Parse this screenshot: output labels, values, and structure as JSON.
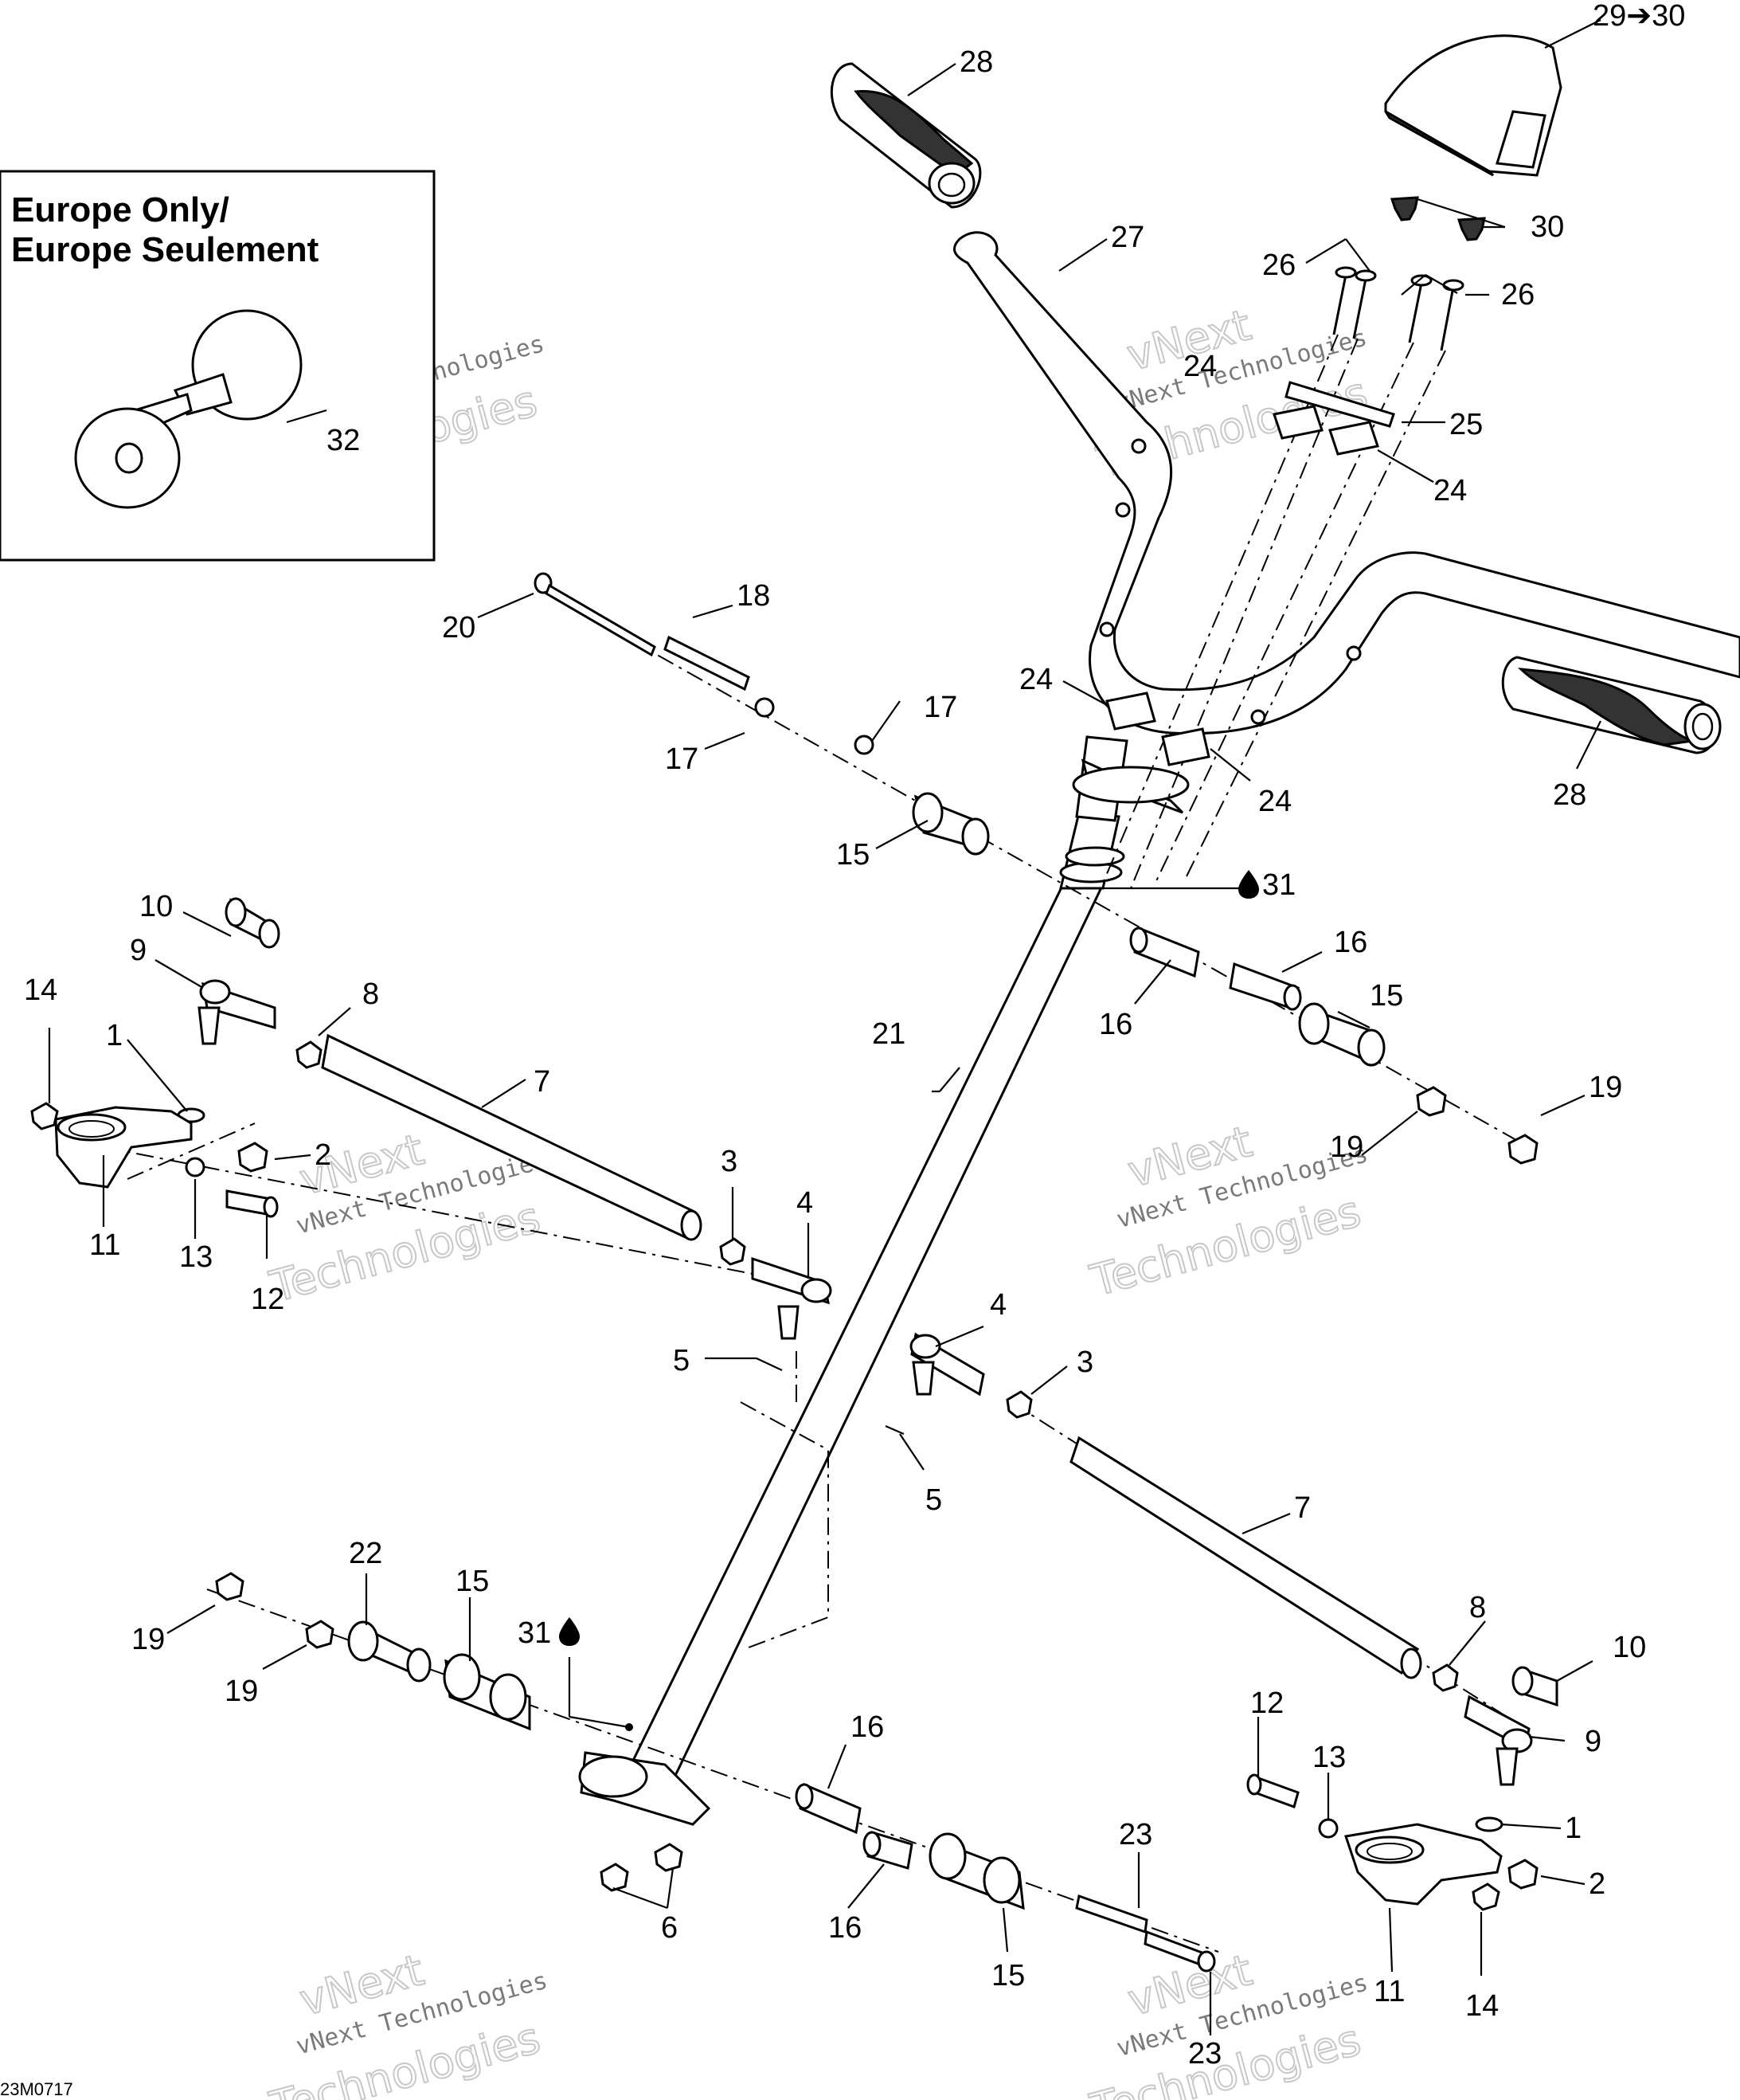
{
  "inset": {
    "title_line1": "Europe Only/",
    "title_line2": "Europe Seulement"
  },
  "watermark": {
    "line1": "vNext Technologies",
    "brand_top": "vNext",
    "brand_bottom": "Technologies"
  },
  "drawing_code": "23M0717",
  "callouts": {
    "c28a": "28",
    "c29": "29➔30",
    "c30": "30",
    "c27": "27",
    "c26a": "26",
    "c26b": "26",
    "c24a": "24",
    "c25": "25",
    "c24b": "24",
    "c24c": "24",
    "c24d": "24",
    "c28b": "28",
    "c32": "32",
    "c20": "20",
    "c18": "18",
    "c17a": "17",
    "c17b": "17",
    "c15a": "15",
    "c31a": "31",
    "c10a": "10",
    "c9a": "9",
    "c8a": "8",
    "c14a": "14",
    "c1a": "1",
    "c7a": "7",
    "c16a": "16",
    "c16b": "16",
    "c15b": "15",
    "c21": "21",
    "c2a": "2",
    "c11a": "11",
    "c13a": "13",
    "c12a": "12",
    "c3a": "3",
    "c4a": "4",
    "c19a": "19",
    "c19b": "19",
    "c5a": "5",
    "c4b": "4",
    "c3b": "3",
    "c5b": "5",
    "c7b": "7",
    "c22": "22",
    "c15c": "15",
    "c31b": "31",
    "c19c": "19",
    "c19d": "19",
    "c8b": "8",
    "c10b": "10",
    "c12b": "12",
    "c13b": "13",
    "c9b": "9",
    "c16c": "16",
    "c1b": "1",
    "c23a": "23",
    "c2b": "2",
    "c6": "6",
    "c16d": "16",
    "c15d": "15",
    "c11b": "11",
    "c14b": "14",
    "c23b": "23"
  }
}
